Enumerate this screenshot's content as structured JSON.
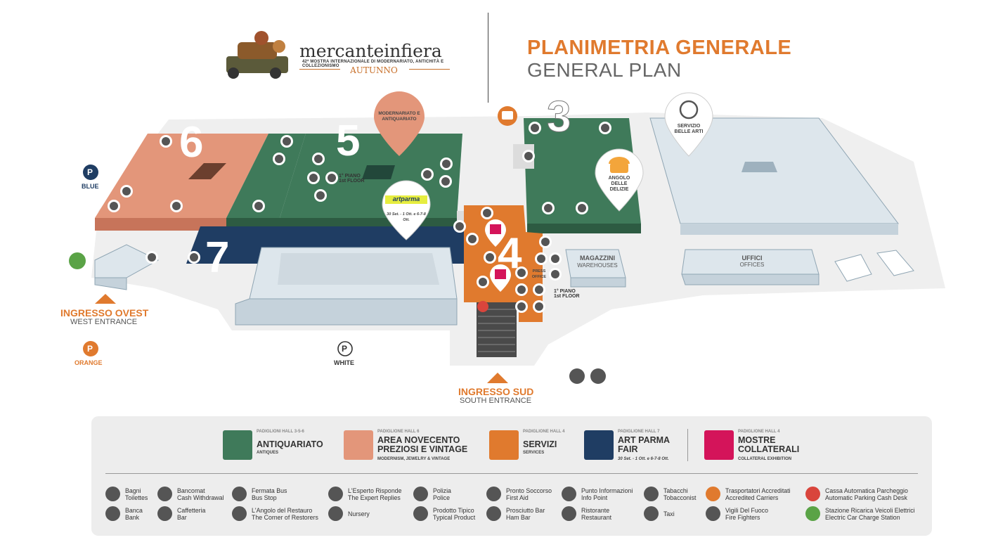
{
  "logo": {
    "name": "mercanteinfiera",
    "subtitle": "42ª MOSTRA INTERNAZIONALE DI MODERNARIATO, ANTICHITÀ E COLLEZIONISMO",
    "edition": "AUTUNNO"
  },
  "title": {
    "it": "PLANIMETRIA GENERALE",
    "en": "GENERAL PLAN"
  },
  "halls": {
    "h6": "6",
    "h5": "5",
    "h3": "3",
    "h7": "7",
    "h4": "4"
  },
  "pins": {
    "modernariato": "MODERNARIATO E ANTIQUARIATO",
    "belle_arti": "SERVIZIO BELLE ARTI",
    "delizie": "ANGOLO DELLE DELIZIE",
    "artparma_logo": "artparma",
    "artparma_dates": "30 Set. - 1 Ott. e 6-7-8 Ott."
  },
  "floor_label": {
    "it": "1° PIANO",
    "en": "1st FLOOR"
  },
  "press_office": "PRESS OFFICE",
  "buildings": {
    "magazzini": "MAGAZZINI",
    "warehouses": "WAREHOUSES",
    "uffici": "UFFICI",
    "offices": "OFFICES"
  },
  "entrances": {
    "west_it": "INGRESSO OVEST",
    "west_en": "WEST ENTRANCE",
    "south_it": "INGRESSO SUD",
    "south_en": "SOUTH ENTRANCE"
  },
  "parking": {
    "blue": "BLUE",
    "orange": "ORANGE",
    "white": "WHITE",
    "symbol": "P"
  },
  "colors": {
    "antiquariato": "#3f7a5a",
    "novecento": "#e3967a",
    "servizi": "#e07a2e",
    "artparma": "#1f3d63",
    "mostre": "#d4145a",
    "accent": "#e07a2e"
  },
  "categories": [
    {
      "hall": "PADIGLIONI HALL 3-5-6",
      "name": "ANTIQUARIATO",
      "sub": "ANTIQUES",
      "icon": "vase-icon"
    },
    {
      "hall": "PADIGLIONE HALL 6",
      "name": "AREA NOVECENTO PREZIOSI E VINTAGE",
      "sub": "MODERNISM, JEWELRY & VINTAGE",
      "icon": "diamond-icon"
    },
    {
      "hall": "PADIGLIONE HALL 4",
      "name": "SERVIZI",
      "sub": "SERVICES",
      "icon": "services-icon"
    },
    {
      "hall": "PADIGLIONE HALL 7",
      "name": "ART PARMA FAIR",
      "sub": "30 Set. - 1 Ott. e 6-7-8 Ott.",
      "icon": "artparma-icon"
    },
    {
      "hall": "PADIGLIONE HALL 4",
      "name": "MOSTRE COLLATERALI",
      "sub": "COLLATERAL EXHIBITION",
      "icon": "theatre-icon"
    }
  ],
  "legend": [
    {
      "it": "Bagni",
      "en": "Toilettes",
      "icon": "toilets-icon"
    },
    {
      "it": "Bancomat",
      "en": "Cash Withdrawal",
      "icon": "atm-icon"
    },
    {
      "it": "Fermata Bus",
      "en": "Bus Stop",
      "icon": "bus-icon"
    },
    {
      "it": "L'Esperto Risponde",
      "en": "The Expert Replies",
      "icon": "expert-icon"
    },
    {
      "it": "Polizia",
      "en": "Police",
      "icon": "police-icon"
    },
    {
      "it": "Pronto Soccorso",
      "en": "First Aid",
      "icon": "first-aid-icon"
    },
    {
      "it": "Punto Informazioni",
      "en": "Info Point",
      "icon": "info-icon"
    },
    {
      "it": "Tabacchi",
      "en": "Tobacconist",
      "icon": "tobacconist-icon"
    },
    {
      "it": "Trasportatori Accreditati",
      "en": "Accredited Carriers",
      "icon": "carriers-icon"
    },
    {
      "it": "Cassa Automatica Parcheggio",
      "en": "Automatic Parking Cash Desk",
      "icon": "parking-cash-icon"
    },
    {
      "it": "Banca",
      "en": "Bank",
      "icon": "bank-icon"
    },
    {
      "it": "Caffetteria",
      "en": "Bar",
      "icon": "coffee-icon"
    },
    {
      "it": "L'Angolo del Restauro",
      "en": "The Corner of Restorers",
      "icon": "restoration-icon"
    },
    {
      "it": "Nursery",
      "en": "",
      "icon": "nursery-icon"
    },
    {
      "it": "Prodotto Tipico",
      "en": "Typical Product",
      "icon": "typical-product-icon"
    },
    {
      "it": "Prosciutto Bar",
      "en": "Ham Bar",
      "icon": "ham-bar-icon"
    },
    {
      "it": "Ristorante",
      "en": "Restaurant",
      "icon": "restaurant-icon"
    },
    {
      "it": "Taxi",
      "en": "",
      "icon": "taxi-icon"
    },
    {
      "it": "Vigili Del Fuoco",
      "en": "Fire Fighters",
      "icon": "fire-fighters-icon"
    },
    {
      "it": "Stazione Ricarica Veicoli Elettrici",
      "en": "Electric Car Charge Station",
      "icon": "ev-charge-icon"
    }
  ]
}
